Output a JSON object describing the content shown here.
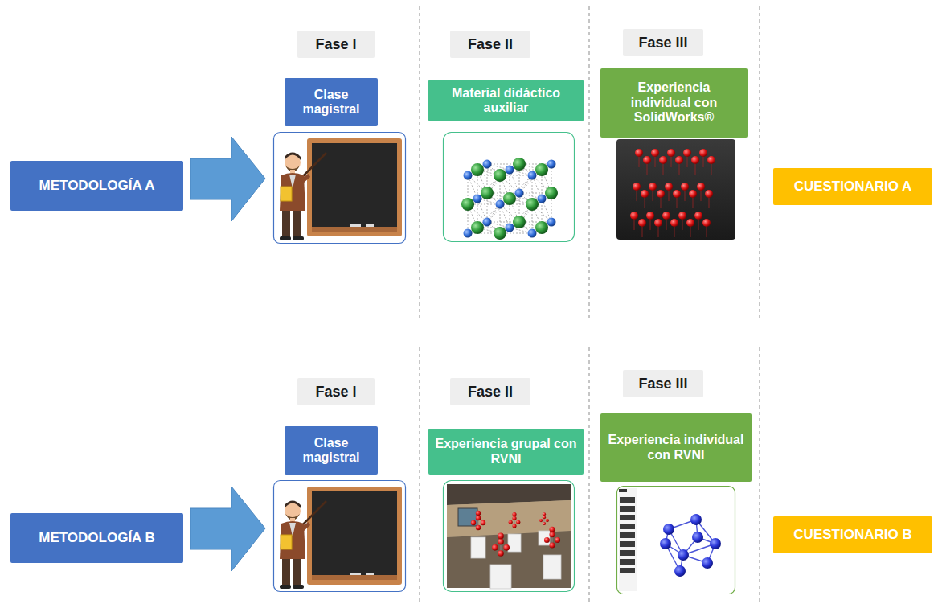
{
  "diagram": {
    "nodes": [
      {
        "text": [
          "Fase I"
        ]
      },
      {
        "text": [
          "Fase II"
        ]
      },
      {
        "text": [
          "Fase III"
        ]
      },
      {
        "text": [
          "Clase magistral"
        ]
      },
      {
        "text": [
          "Material didáctico auxiliar"
        ]
      },
      {
        "text": [
          "Experiencia individual con SolidWorks®"
        ]
      },
      {
        "text": [
          "METODOLOGÍA A"
        ]
      },
      {
        "text": [
          "CUESTIONARIO A"
        ]
      },
      {
        "text": [
          "Fase I"
        ]
      },
      {
        "text": [
          "Fase II"
        ]
      },
      {
        "text": [
          "Fase III"
        ]
      },
      {
        "text": [
          "Clase magistral"
        ]
      },
      {
        "text": [
          "Experiencia grupal con RVNI"
        ]
      },
      {
        "text": [
          "Experiencia individual con RVNI"
        ]
      },
      {
        "text": [
          "METODOLOGÍA B"
        ]
      },
      {
        "text": [
          "CUESTIONARIO B"
        ]
      }
    ]
  }
}
